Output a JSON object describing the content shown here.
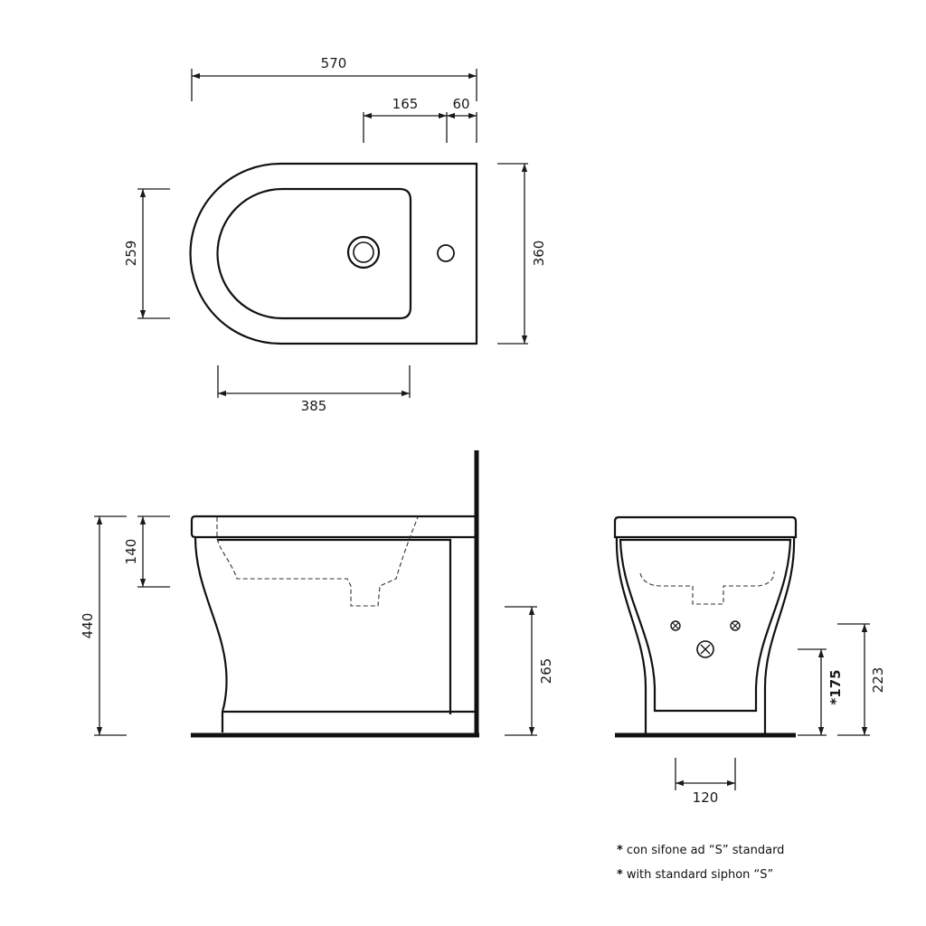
{
  "plan_view": {
    "overall_length": "570",
    "hole_offset_a": "165",
    "hole_offset_b": "60",
    "bowl_width": "259",
    "overall_width": "360",
    "bowl_length": "385"
  },
  "side_view": {
    "rim_height": "140",
    "total_height": "440",
    "outlet_height": "265"
  },
  "front_view": {
    "siphon_height": "*175",
    "outlet_height": "223",
    "outlet_width": "120"
  },
  "notes": {
    "star": "*",
    "line_it": "con sifone ad “S” standard",
    "line_en": "with standard siphon “S”"
  }
}
